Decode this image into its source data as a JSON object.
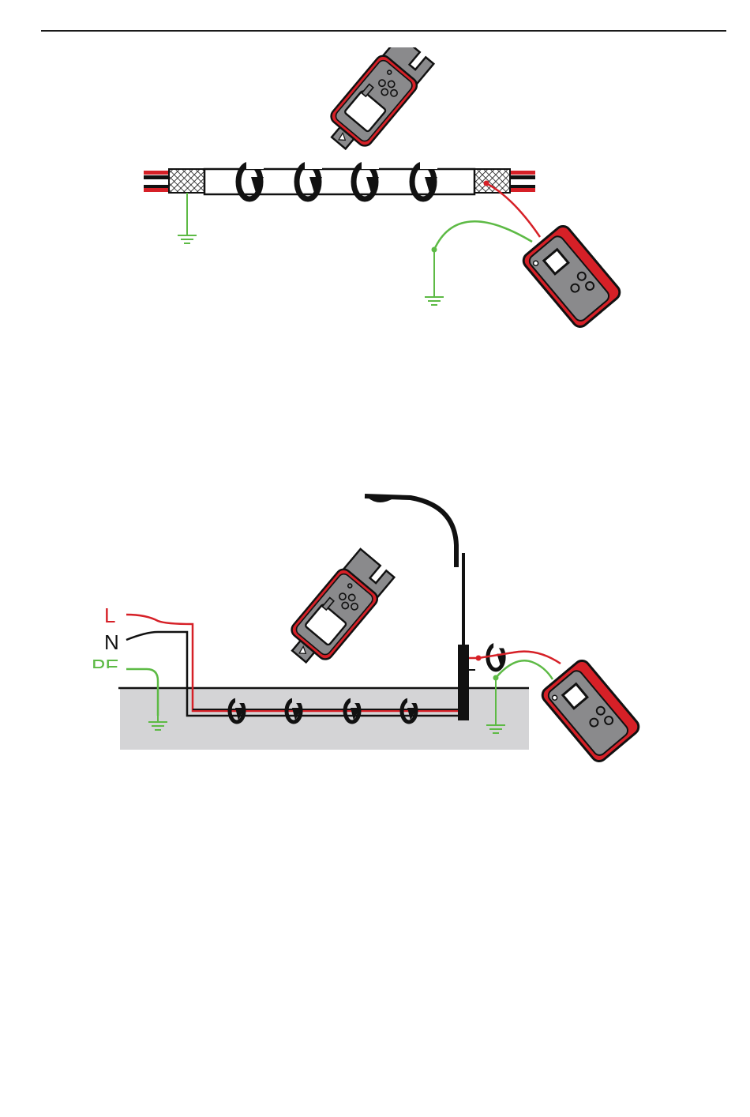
{
  "figure2": {
    "labels": {
      "l": "L",
      "n": "N",
      "pe": "PE"
    }
  },
  "colors": {
    "accent_red": "#d62027",
    "ground_green": "#5dba45",
    "soil_gray": "#d4d4d6",
    "device_gray": "#8a8a8c",
    "outline_black": "#111111"
  },
  "icons": [
    "clamp-meter-icon",
    "transmitter-device-icon",
    "ground-symbol-icon",
    "current-arrow-icon",
    "street-lamp-icon"
  ]
}
